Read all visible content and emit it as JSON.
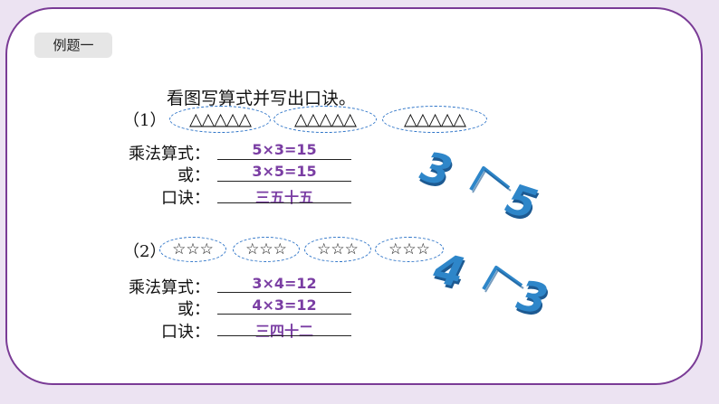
{
  "tag_label": "例题一",
  "instruction": "看图写算式并写出口诀。",
  "part1": {
    "number": "（1）",
    "groups": [
      "△△△△△",
      "△△△△△",
      "△△△△△"
    ],
    "labels": {
      "mult": "乘法算式：",
      "or": "或：",
      "rhyme": "口诀："
    },
    "answers": {
      "mult": "5×3=15",
      "or": "3×5=15",
      "rhyme": "三五十五"
    },
    "decor": {
      "left": "3",
      "right": "5"
    }
  },
  "part2": {
    "number": "（2）",
    "groups": [
      "☆☆☆",
      "☆☆☆",
      "☆☆☆",
      "☆☆☆"
    ],
    "labels": {
      "mult": "乘法算式：",
      "or": "或：",
      "rhyme": "口诀："
    },
    "answers": {
      "mult": "3×4=12",
      "or": "4×3=12",
      "rhyme": "三四十二"
    },
    "decor": {
      "left": "4",
      "right": "3"
    }
  },
  "colors": {
    "answer": "#7a3da3",
    "accent_border": "#7a3b96",
    "decor_blue": "#2e86c9",
    "dashed_oval": "#2f75c8"
  }
}
